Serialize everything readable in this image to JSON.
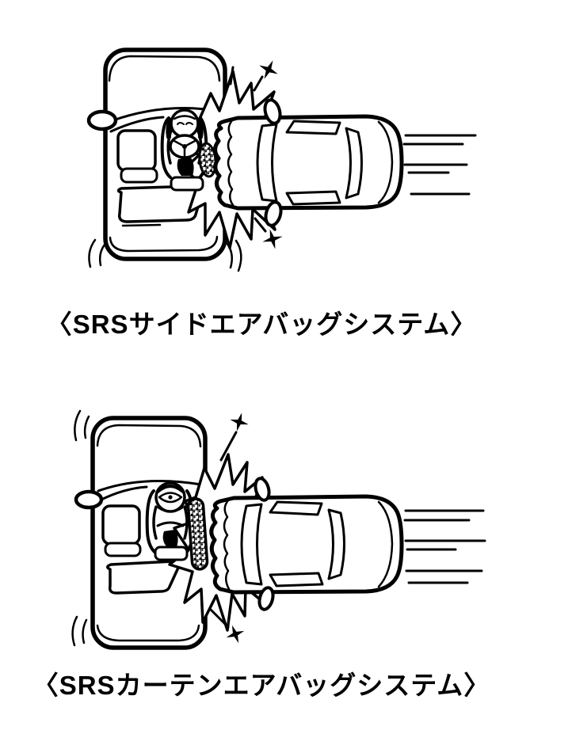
{
  "document": {
    "background_color": "#ffffff",
    "ink_color": "#000000"
  },
  "figures": [
    {
      "caption": "〈SRSサイドエアバッグシステム〉",
      "illustration": "side-collision-side-airbag-diagram"
    },
    {
      "caption": "〈SRSカーテンエアバッグシステム〉",
      "illustration": "side-collision-curtain-airbag-diagram"
    }
  ]
}
